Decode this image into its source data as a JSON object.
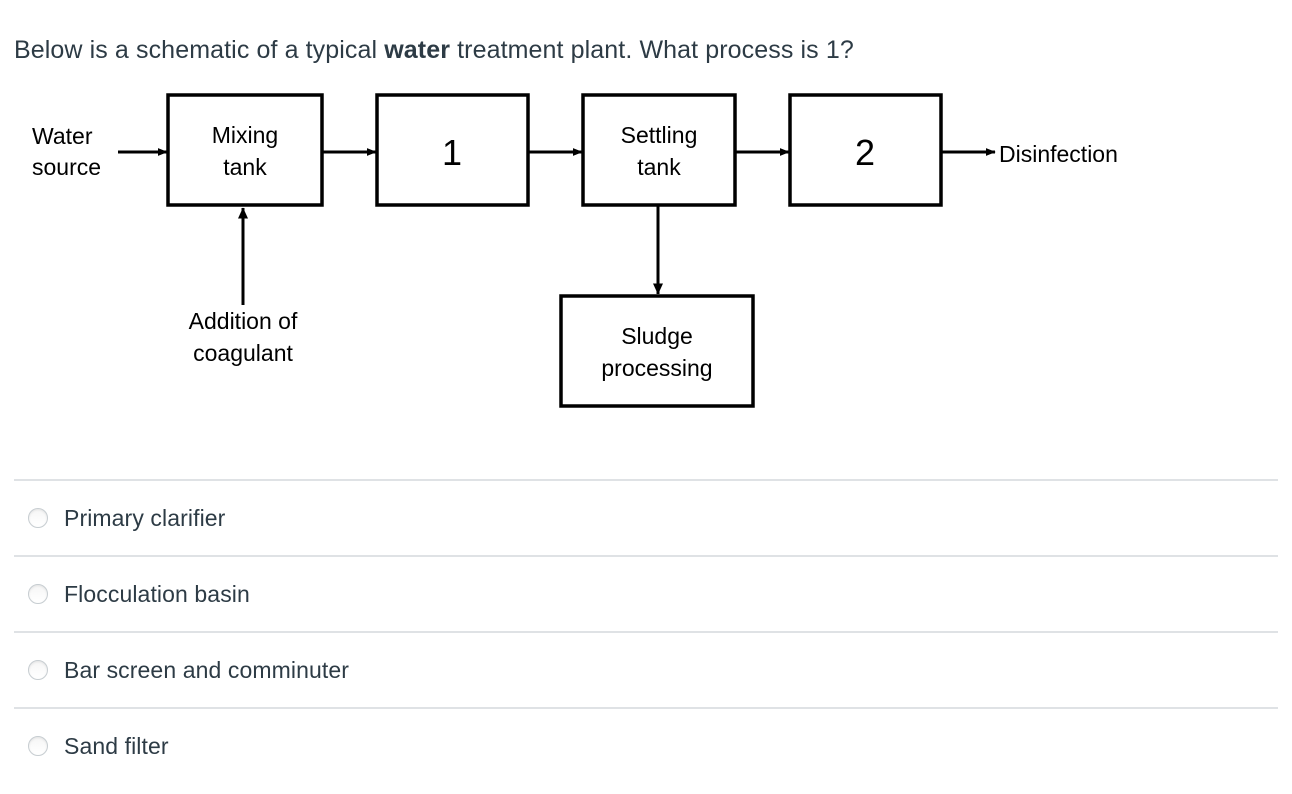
{
  "question": {
    "text_before": "Below is a schematic of a typical ",
    "emphasis": "water",
    "text_after": " treatment plant. What process is 1?",
    "full_text": "Below is a schematic of a typical water treatment plant. What process is 1?"
  },
  "diagram": {
    "title": "Typical water treatment plant schematic",
    "nodes": [
      {
        "id": "water-source",
        "label": "Water source",
        "line1": "Water",
        "line2": "source",
        "type": "text-label"
      },
      {
        "id": "mixing-tank",
        "label": "Mixing tank",
        "line1": "Mixing",
        "line2": "tank",
        "type": "box"
      },
      {
        "id": "process-1",
        "label": "1",
        "line1": "1",
        "line2": "",
        "type": "box"
      },
      {
        "id": "settling-tank",
        "label": "Settling tank",
        "line1": "Settling",
        "line2": "tank",
        "type": "box"
      },
      {
        "id": "process-2",
        "label": "2",
        "line1": "2",
        "line2": "",
        "type": "box"
      },
      {
        "id": "disinfection",
        "label": "Disinfection",
        "line1": "Disinfection",
        "line2": "",
        "type": "text-label"
      },
      {
        "id": "addition-coagulant",
        "label": "Addition of coagulant",
        "line1": "Addition of",
        "line2": "coagulant",
        "type": "text-label"
      },
      {
        "id": "sludge-processing",
        "label": "Sludge processing",
        "line1": "Sludge",
        "line2": "processing",
        "type": "box"
      }
    ],
    "edges": [
      {
        "from": "water-source",
        "to": "mixing-tank",
        "direction": "right"
      },
      {
        "from": "mixing-tank",
        "to": "process-1",
        "direction": "right"
      },
      {
        "from": "process-1",
        "to": "settling-tank",
        "direction": "right"
      },
      {
        "from": "settling-tank",
        "to": "process-2",
        "direction": "right"
      },
      {
        "from": "process-2",
        "to": "disinfection",
        "direction": "right"
      },
      {
        "from": "addition-coagulant",
        "to": "mixing-tank",
        "direction": "up"
      },
      {
        "from": "settling-tank",
        "to": "sludge-processing",
        "direction": "down"
      }
    ],
    "stroke_color": "#000000",
    "fill_color": "#ffffff"
  },
  "answers": {
    "options": [
      {
        "label": "Primary clarifier",
        "selected": false
      },
      {
        "label": "Flocculation basin",
        "selected": false
      },
      {
        "label": "Bar screen and comminuter",
        "selected": false
      },
      {
        "label": "Sand filter",
        "selected": false
      }
    ]
  },
  "colors": {
    "text": "#2D3B45",
    "divider": "#dfe2e5",
    "radio_border": "#c7cdd1",
    "background": "#ffffff",
    "diagram_stroke": "#000000"
  }
}
